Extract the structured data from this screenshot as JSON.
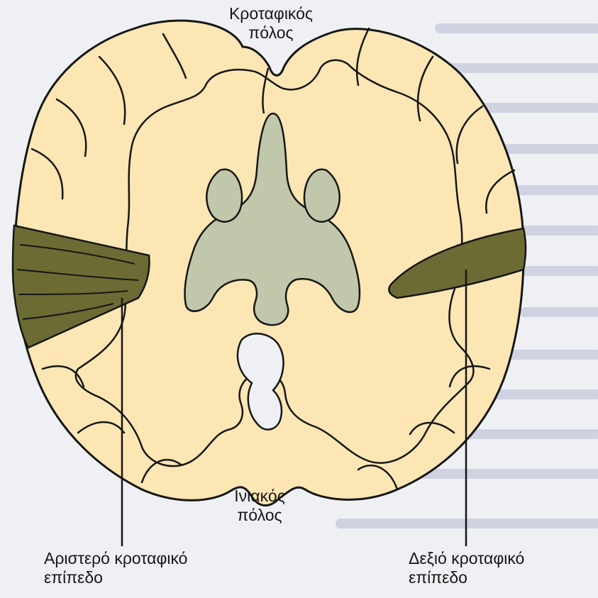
{
  "labels": {
    "temporal_pole": [
      "Κροταφικός",
      "πόλος"
    ],
    "occipital_pole": [
      "Ινιακός",
      "πόλος"
    ],
    "left_planum": [
      "Αριστερό κροταφικό",
      "επίπεδο"
    ],
    "right_planum": [
      "Δεξιό κροταφικό",
      "επίπεδο"
    ]
  },
  "colors": {
    "page_background": "#eef0f4",
    "brain_fill": "#fbe6b4",
    "outline": "#161616",
    "ventricle_fill": "#c1c7aa",
    "planum_fill": "#6b6b33",
    "background_text": "#b7bbd0"
  }
}
